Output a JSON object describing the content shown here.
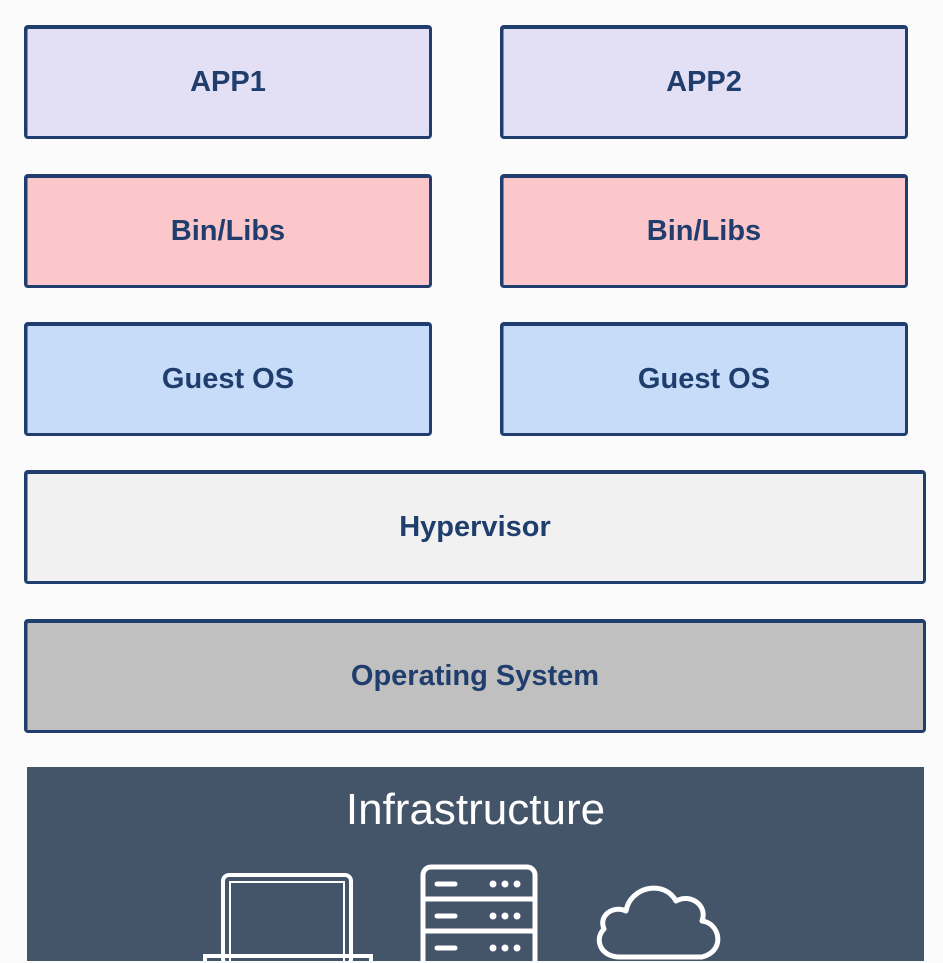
{
  "diagram": {
    "title": "Virtual Machine Architecture",
    "stacks": [
      {
        "app": "APP1",
        "bins": "Bin/Libs",
        "guest_os": "Guest OS"
      },
      {
        "app": "APP2",
        "bins": "Bin/Libs",
        "guest_os": "Guest OS"
      }
    ],
    "hypervisor": "Hypervisor",
    "operating_system": "Operating System",
    "infrastructure": {
      "title": "Infrastructure",
      "icons": [
        "laptop-icon",
        "server-icon",
        "cloud-icon"
      ]
    }
  },
  "colors": {
    "border": "#1f3e6e",
    "app": "#e3dff4",
    "bins": "#fcc7ca",
    "guest_os": "#c7dcf8",
    "hypervisor": "#f1f1f2",
    "operating_system": "#c0c0c0",
    "infrastructure": "#445569"
  }
}
